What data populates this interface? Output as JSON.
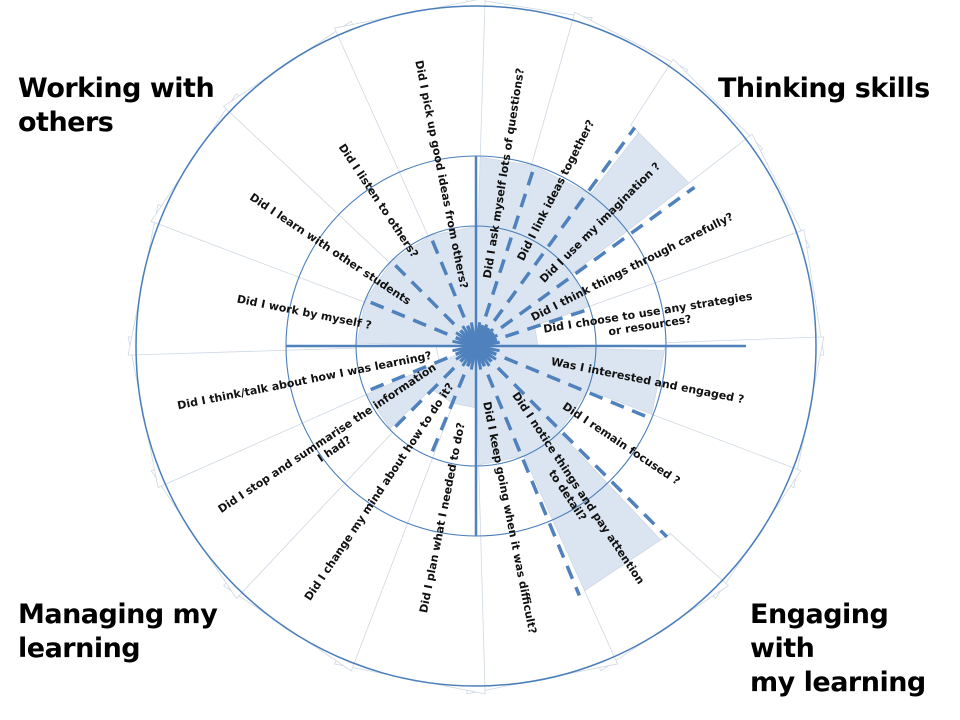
{
  "colors": {
    "ring_line": "#4a7ebb",
    "fill": "#dbe5f1",
    "spoke": "#4f81bd",
    "card": "#ffffff"
  },
  "headings": {
    "working_with_others": [
      "Working with",
      "others"
    ],
    "thinking_skills": [
      "Thinking skills"
    ],
    "managing_my_learning": [
      "Managing my",
      "learning"
    ],
    "engaging_with_my_learning": [
      "Engaging with",
      "my learning"
    ]
  },
  "quadrants": {
    "thinking_skills": [
      {
        "lines": [
          "Did I ask myself  lots of questions?"
        ],
        "level": 3
      },
      {
        "lines": [
          "Did I link ideas together?"
        ],
        "level": 3
      },
      {
        "lines": [
          "Did I use my imagination  ?"
        ],
        "level": 4
      },
      {
        "lines": [
          "Did I think things through carefully?"
        ],
        "level": 2
      },
      {
        "lines": [
          "Did I choose to use any strategies",
          "or resources?"
        ],
        "level": 1
      }
    ],
    "engaging_with_my_learning": [
      {
        "lines": [
          "Was I interested and engaged  ?"
        ],
        "level": 3
      },
      {
        "lines": [
          "Did I remain focused  ?"
        ],
        "level": 2
      },
      {
        "lines": [
          "Did I notice things and pay attention",
          "to detail?"
        ],
        "level": 4
      },
      {
        "lines": [
          "Did I keep going when it was difficult?"
        ],
        "level": 2
      }
    ],
    "managing_my_learning": [
      {
        "lines": [
          "Did I plan what I needed to do?"
        ],
        "level": 1
      },
      {
        "lines": [
          "Did I change my mind  about how to do it?"
        ],
        "level": 1
      },
      {
        "lines": [
          "Did I stop and summarise the information",
          "I had?"
        ],
        "level": 2
      },
      {
        "lines": [
          "Did I think/talk about how I was learning?"
        ],
        "level": 0
      }
    ],
    "working_with_others": [
      {
        "lines": [
          "Did I  work by myself ?"
        ],
        "level": 2
      },
      {
        "lines": [
          "Did I learn with other students"
        ],
        "level": 2
      },
      {
        "lines": [
          "Did I listen to others?"
        ],
        "level": 2
      },
      {
        "lines": [
          "Did I pick up good ideas from others?"
        ],
        "level": 2
      }
    ]
  }
}
